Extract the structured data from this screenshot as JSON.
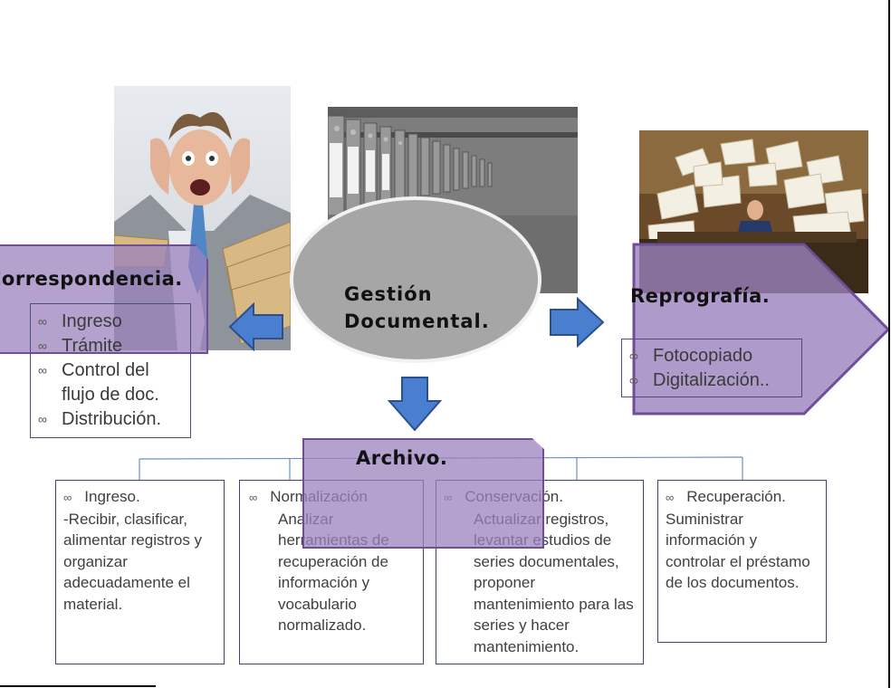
{
  "center": {
    "title_line1": "Gestión",
    "title_line2": "Documental."
  },
  "correspondencia": {
    "heading": "Correspondencia.",
    "items": [
      "Ingreso",
      "Trámite",
      "Control del",
      "flujo de doc.",
      "Distribución."
    ]
  },
  "reprografia": {
    "heading": "Reprografía.",
    "items": [
      "Fotocopiado",
      "Digitalización.."
    ]
  },
  "archivo": {
    "heading": "Archivo.",
    "boxes": [
      {
        "lead": "Ingreso.",
        "body": "-Recibir, clasificar, alimentar registros y organizar adecuadamente el material."
      },
      {
        "lead": "Normalización",
        "body": "Analizar herramientas de recuperación de información y vocabulario normalizado."
      },
      {
        "lead": "Conservación.",
        "body": "Actualizar registros, levantar estudios de series documentales, proponer mantenimiento para las series y hacer mantenimiento."
      },
      {
        "lead": "Recuperación.",
        "body": "Suministrar información y controlar el préstamo de los documentos."
      }
    ]
  },
  "bullet_symbol": "∞",
  "colors": {
    "purple": "#9b82be",
    "arrow": "#4a7fd0",
    "ellipse": "#a6a6a6"
  }
}
